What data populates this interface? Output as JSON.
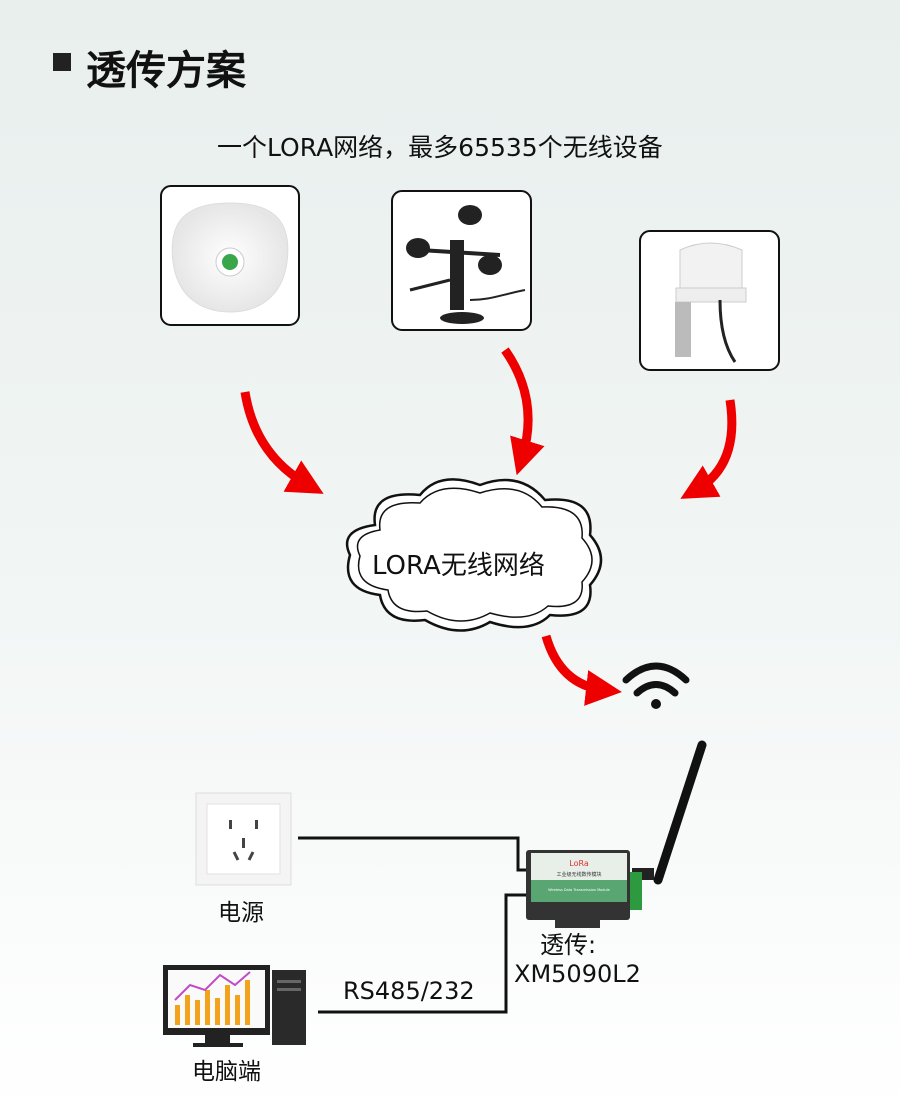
{
  "header": {
    "title": "透传方案",
    "bullet_icon": "square-bullet-icon"
  },
  "subtitle": "一个LORA网络，最多65535个无线设备",
  "sensors": [
    {
      "name": "noise-sensor",
      "icon": "round-white-sensor-icon"
    },
    {
      "name": "wind-speed-sensor",
      "icon": "anemometer-icon"
    },
    {
      "name": "light-sensor",
      "icon": "white-dome-sensor-icon"
    }
  ],
  "cloud": {
    "label": "LORA无线网络"
  },
  "device": {
    "label_line1": "透传:",
    "label_line2": "XM5090L2",
    "brand": "LoRa",
    "panel_text": "工业级无线数传模块",
    "panel_text_en": "Wireless Data Transmission Module"
  },
  "power": {
    "label": "电源"
  },
  "computer": {
    "label": "电脑端"
  },
  "link": {
    "label": "RS485/232"
  },
  "colors": {
    "arrow": "#ee0000",
    "line": "#111111",
    "device_green": "#5aa673"
  }
}
